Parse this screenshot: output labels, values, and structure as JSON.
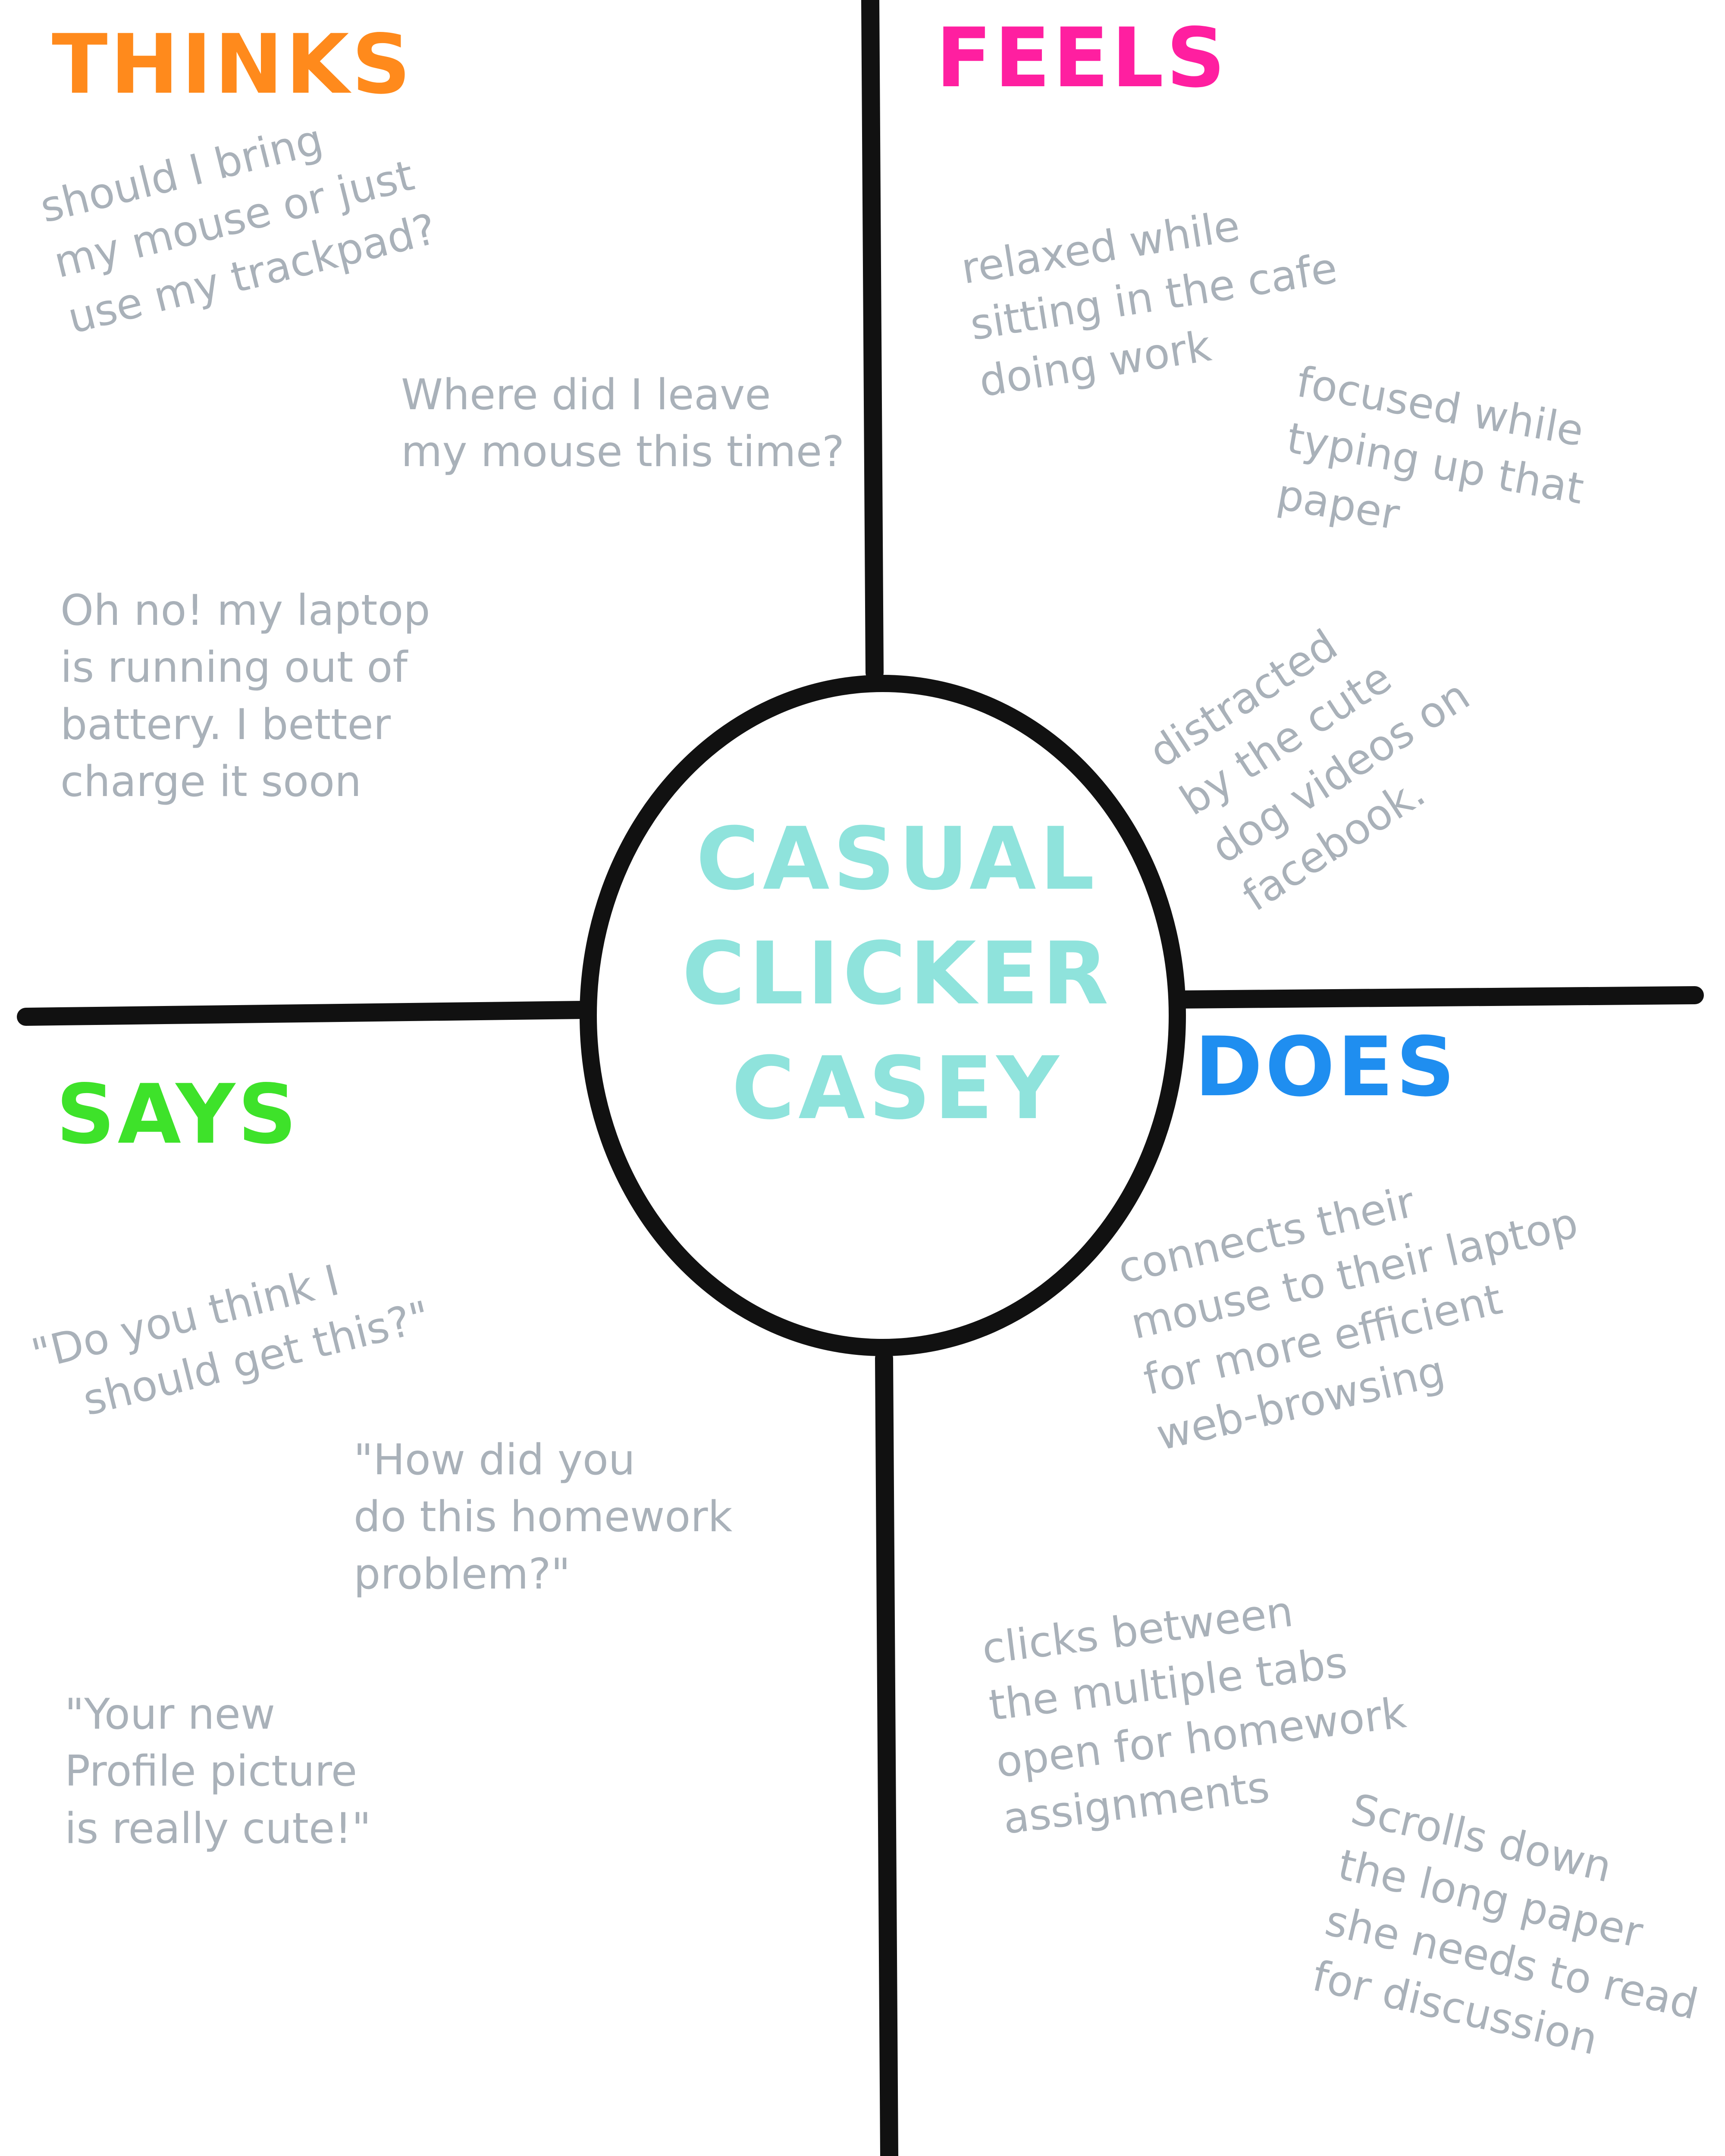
{
  "colors": {
    "background": "#ffffff",
    "lines": "#111111",
    "notes": "#a9b1b9",
    "thinks": "#ff8a1c",
    "feels": "#ff1fa0",
    "says": "#3ee22a",
    "does": "#1f8ef0",
    "persona": "#8fe3dc"
  },
  "center": {
    "lines": [
      "CASUAL",
      "CLICKER",
      "CASEY"
    ]
  },
  "quadrants": {
    "thinks": {
      "title": "THINKS",
      "notes": [
        {
          "lines": [
            "should I bring",
            "my mouse or just",
            "use my trackpad?"
          ]
        },
        {
          "lines": [
            "Where did I leave",
            "my mouse this time?"
          ]
        },
        {
          "lines": [
            "Oh no! my laptop",
            "is running out of",
            "battery. I better",
            "charge it soon"
          ]
        }
      ]
    },
    "feels": {
      "title": "FEELS",
      "notes": [
        {
          "lines": [
            "relaxed while",
            "sitting in the cafe",
            "doing work"
          ]
        },
        {
          "lines": [
            "focused while",
            "typing up that",
            "paper"
          ]
        },
        {
          "lines": [
            "distracted",
            "by the cute",
            "dog videos on",
            "facebook."
          ]
        }
      ]
    },
    "says": {
      "title": "SAYS",
      "notes": [
        {
          "lines": [
            "\"Do you think I",
            "should get this?\""
          ]
        },
        {
          "lines": [
            "\"How did you",
            "do this homework",
            "problem?\""
          ]
        },
        {
          "lines": [
            "\"Your new",
            "Profile picture",
            "is really cute!\""
          ]
        }
      ]
    },
    "does": {
      "title": "DOES",
      "notes": [
        {
          "lines": [
            "connects their",
            "mouse to their laptop",
            "for more efficient",
            "web-browsing"
          ]
        },
        {
          "lines": [
            "clicks between",
            "the multiple tabs",
            "open for homework",
            "assignments"
          ]
        },
        {
          "lines": [
            "Scrolls down",
            "the long paper",
            "she needs to read",
            "for discussion"
          ]
        }
      ]
    }
  }
}
